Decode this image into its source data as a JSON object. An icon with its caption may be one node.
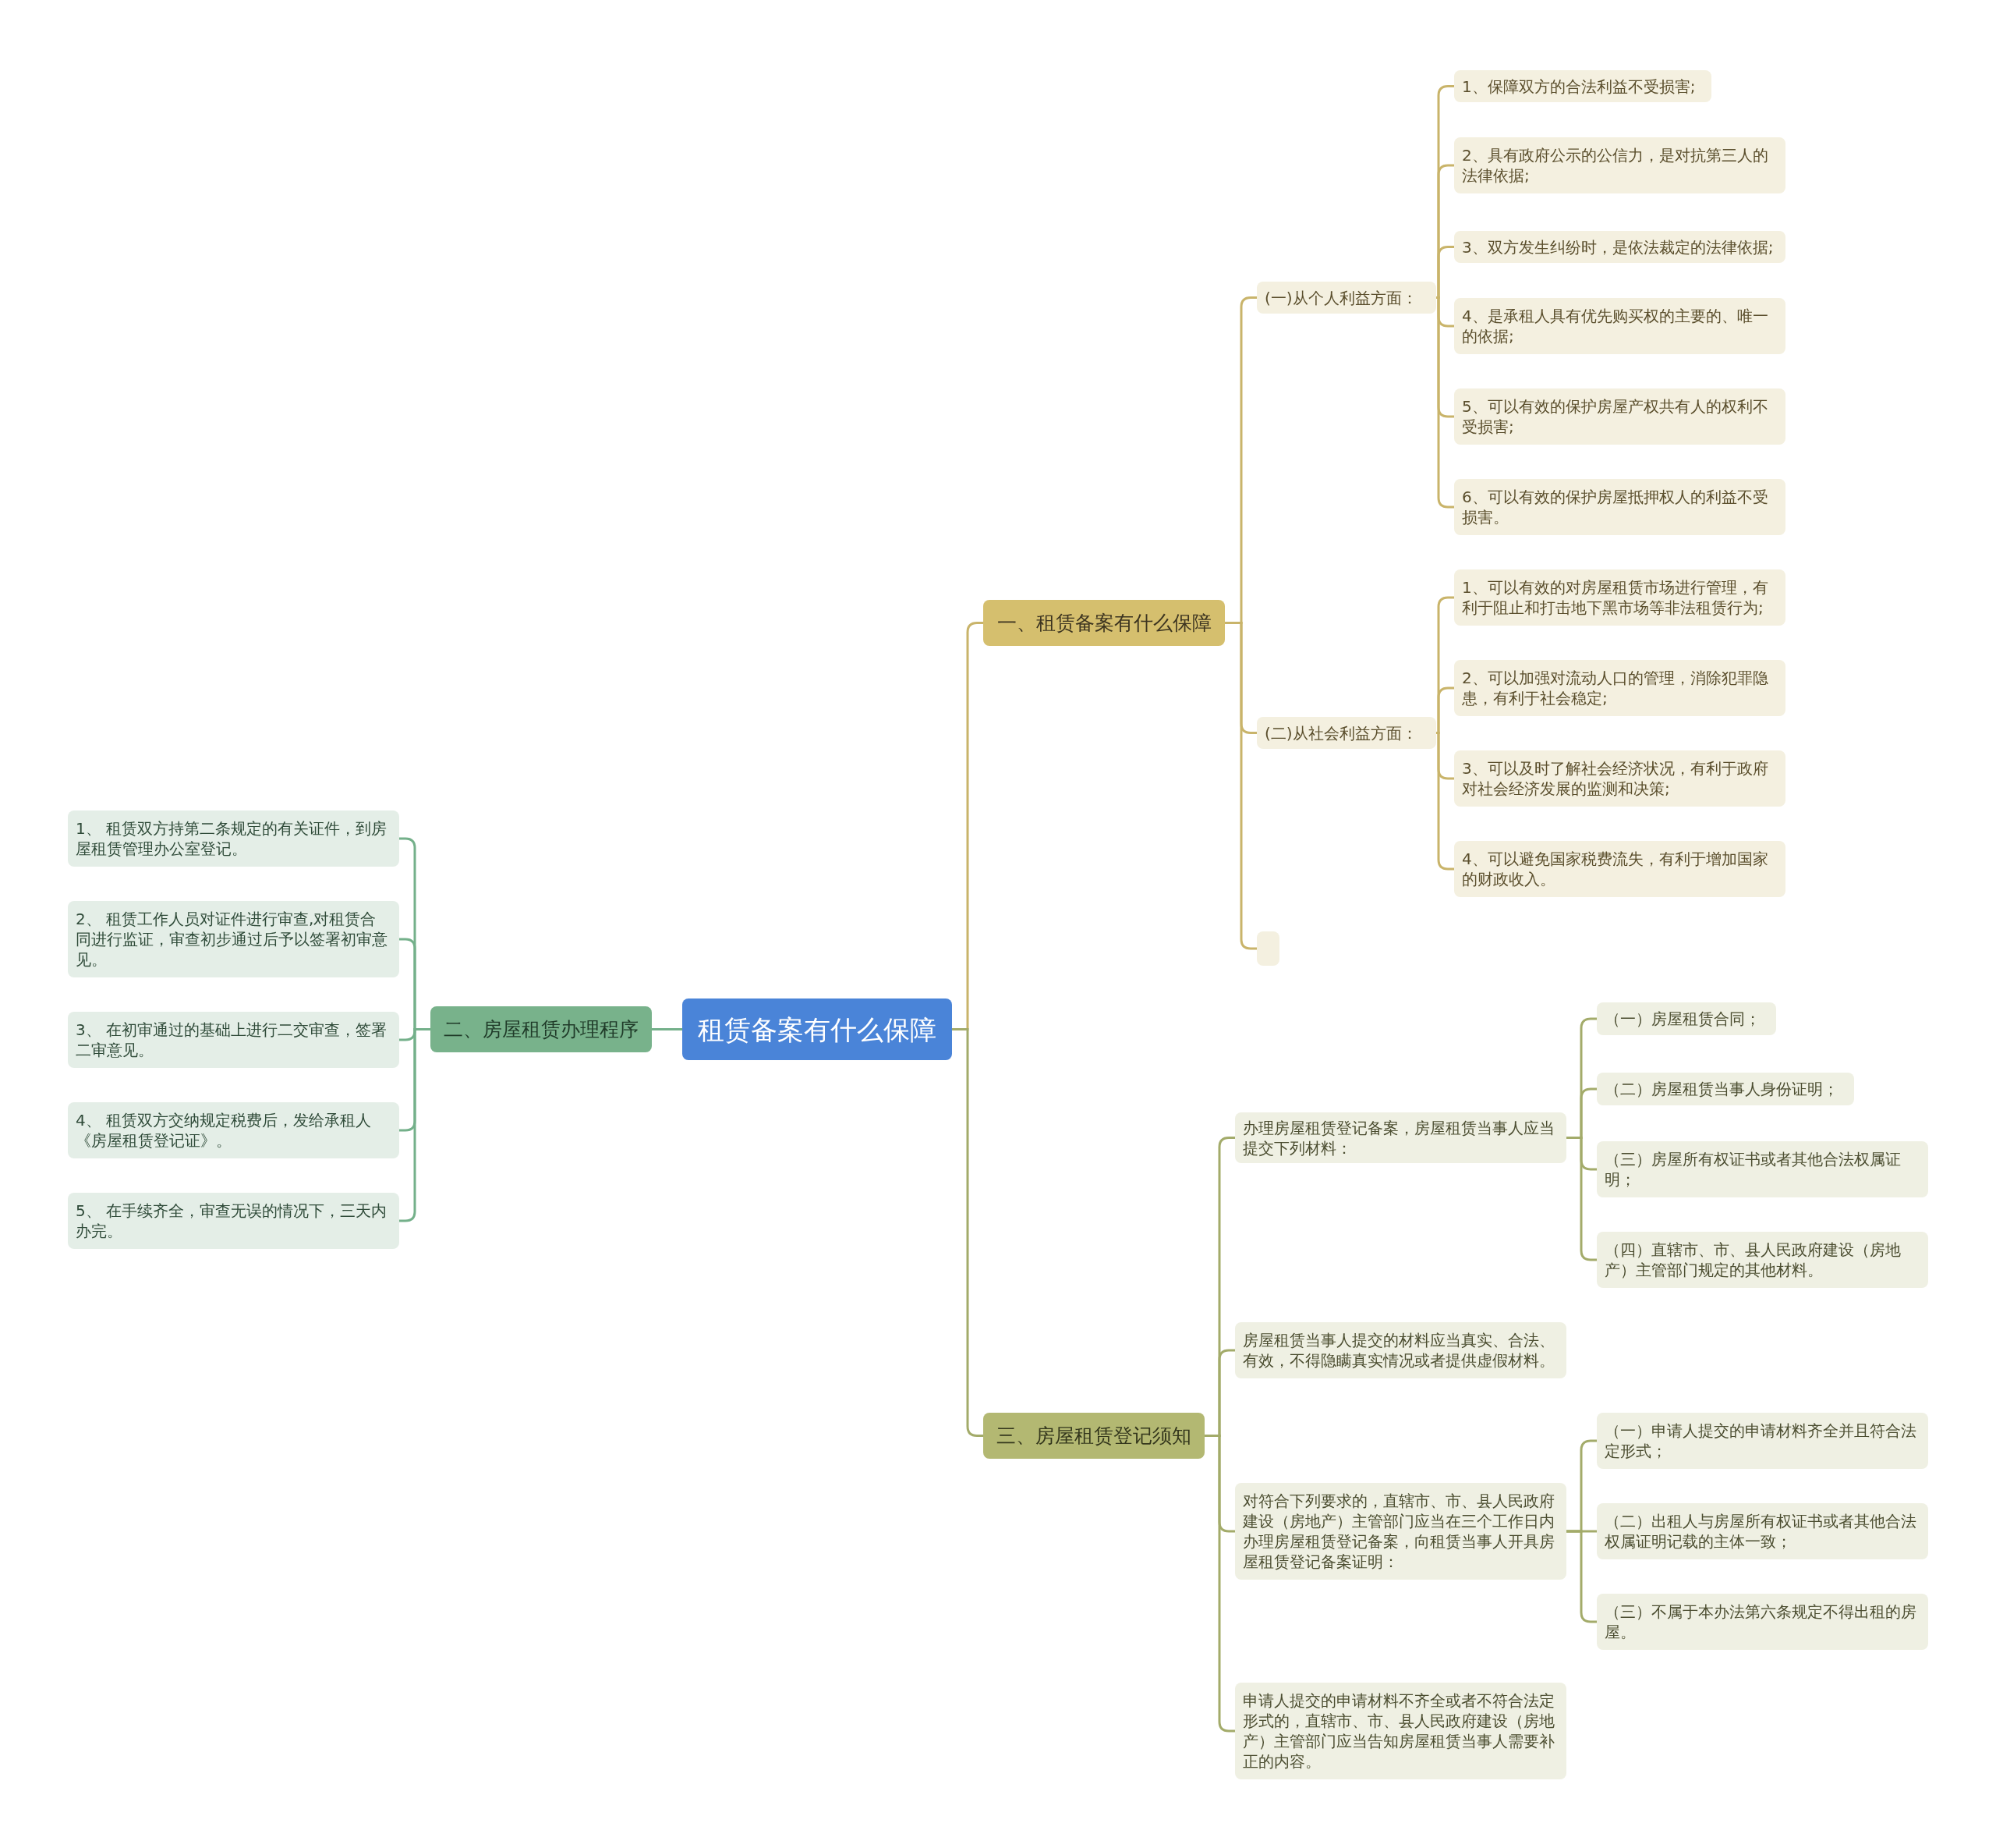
{
  "diagram": {
    "nodes": [
      {
        "text": [
          "租赁备案有什么保障"
        ]
      },
      {
        "text": [
          "一、租赁备案有什么保障"
        ]
      },
      {
        "text": [
          "(一)从个人利益方面："
        ]
      },
      {
        "text": [
          "1、保障双方的合法利益不受损害;"
        ]
      },
      {
        "text": [
          "2、具有政府公示的公信力，是对抗第三人的法律依据;"
        ]
      },
      {
        "text": [
          "3、双方发生纠纷时，是依法裁定的法律依据;"
        ]
      },
      {
        "text": [
          "4、是承租人具有优先购买权的主要的、唯一的依据;"
        ]
      },
      {
        "text": [
          "5、可以有效的保护房屋产权共有人的权利不受损害;"
        ]
      },
      {
        "text": [
          "6、可以有效的保护房屋抵押权人的利益不受损害。"
        ]
      },
      {
        "text": [
          "(二)从社会利益方面："
        ]
      },
      {
        "text": [
          "1、可以有效的对房屋租赁市场进行管理，有利于阻止和打击地下黑市场等非法租赁行为;"
        ]
      },
      {
        "text": [
          "2、可以加强对流动人口的管理，消除犯罪隐患，有利于社会稳定;"
        ]
      },
      {
        "text": [
          "3、可以及时了解社会经济状况，有利于政府对社会经济发展的监测和决策;"
        ]
      },
      {
        "text": [
          "4、可以避免国家税费流失，有利于增加国家的财政收入。"
        ]
      },
      {
        "text": [],
        "shape": "box"
      },
      {
        "text": [
          "二、房屋租赁办理程序"
        ]
      },
      {
        "text": [
          "1、 租赁双方持第二条规定的有关证件，到房屋租赁管理办公室登记。"
        ]
      },
      {
        "text": [
          "2、 租赁工作人员对证件进行审查,对租赁合同进行监证，审查初步通过后予以签署初审意见。"
        ]
      },
      {
        "text": [
          "3、 在初审通过的基础上进行二交审查，签署二审意见。"
        ]
      },
      {
        "text": [
          "4、 租赁双方交纳规定税费后，发给承租人《房屋租赁登记证》。"
        ]
      },
      {
        "text": [
          "5、 在手续齐全，审查无误的情况下，三天内办完。"
        ]
      },
      {
        "text": [
          "三、房屋租赁登记须知"
        ]
      },
      {
        "text": [
          "办理房屋租赁登记备案，房屋租赁当事人应当提交下列材料："
        ]
      },
      {
        "text": [
          "（一）房屋租赁合同；"
        ]
      },
      {
        "text": [
          "（二）房屋租赁当事人身份证明；"
        ]
      },
      {
        "text": [
          "（三）房屋所有权证书或者其他合法权属证明；"
        ]
      },
      {
        "text": [
          "（四）直辖市、市、县人民政府建设（房地产）主管部门规定的其他材料。"
        ]
      },
      {
        "text": [
          "房屋租赁当事人提交的材料应当真实、合法、有效，不得隐瞒真实情况或者提供虚假材料。"
        ]
      },
      {
        "text": [
          "对符合下列要求的，直辖市、市、县人民政府建设（房地产）主管部门应当在三个工作日内办理房屋租赁登记备案，向租赁当事人开具房屋租赁登记备案证明："
        ]
      },
      {
        "text": [
          "（一）申请人提交的申请材料齐全并且符合法定形式；"
        ]
      },
      {
        "text": [
          "（二）出租人与房屋所有权证书或者其他合法权属证明记载的主体一致；"
        ]
      },
      {
        "text": [
          "（三）不属于本办法第六条规定不得出租的房屋。"
        ]
      },
      {
        "text": [
          "申请人提交的申请材料不齐全或者不符合法定形式的，直辖市、市、县人民政府建设（房地产）主管部门应当告知房屋租赁当事人需要补正的内容。"
        ]
      }
    ],
    "edges": [
      {
        "from": 0,
        "to": 1,
        "arrow": "none"
      },
      {
        "from": 1,
        "to": 2,
        "arrow": "none"
      },
      {
        "from": 2,
        "to": 3,
        "arrow": "none"
      },
      {
        "from": 2,
        "to": 4,
        "arrow": "none"
      },
      {
        "from": 2,
        "to": 5,
        "arrow": "none"
      },
      {
        "from": 2,
        "to": 6,
        "arrow": "none"
      },
      {
        "from": 2,
        "to": 7,
        "arrow": "none"
      },
      {
        "from": 2,
        "to": 8,
        "arrow": "none"
      },
      {
        "from": 1,
        "to": 9,
        "arrow": "none"
      },
      {
        "from": 9,
        "to": 10,
        "arrow": "none"
      },
      {
        "from": 9,
        "to": 11,
        "arrow": "none"
      },
      {
        "from": 9,
        "to": 12,
        "arrow": "none"
      },
      {
        "from": 9,
        "to": 13,
        "arrow": "none"
      },
      {
        "from": 1,
        "to": 14,
        "arrow": "none"
      },
      {
        "from": 0,
        "to": 15,
        "arrow": "none",
        "color": "#74b08a"
      },
      {
        "from": 15,
        "to": 16,
        "arrow": "none",
        "color": "#74b08a"
      },
      {
        "from": 15,
        "to": 17,
        "arrow": "none",
        "color": "#74b08a"
      },
      {
        "from": 15,
        "to": 18,
        "arrow": "none",
        "color": "#74b08a"
      },
      {
        "from": 15,
        "to": 19,
        "arrow": "none",
        "color": "#74b08a"
      },
      {
        "from": 15,
        "to": 20,
        "arrow": "none",
        "color": "#74b08a"
      },
      {
        "from": 0,
        "to": 21,
        "arrow": "none",
        "color": "#a3ab6a"
      },
      {
        "from": 21,
        "to": 22,
        "arrow": "none",
        "color": "#a3ab6a"
      },
      {
        "from": 22,
        "to": 23,
        "arrow": "none",
        "color": "#a3ab6a"
      },
      {
        "from": 22,
        "to": 24,
        "arrow": "none",
        "color": "#a3ab6a"
      },
      {
        "from": 22,
        "to": 25,
        "arrow": "none",
        "color": "#a3ab6a"
      },
      {
        "from": 22,
        "to": 26,
        "arrow": "none",
        "color": "#a3ab6a"
      },
      {
        "from": 21,
        "to": 27,
        "arrow": "none",
        "color": "#a3ab6a"
      },
      {
        "from": 21,
        "to": 28,
        "arrow": "none",
        "color": "#a3ab6a"
      },
      {
        "from": 28,
        "to": 29,
        "arrow": "none",
        "color": "#a3ab6a"
      },
      {
        "from": 28,
        "to": 30,
        "arrow": "none",
        "color": "#a3ab6a"
      },
      {
        "from": 28,
        "to": 31,
        "arrow": "none",
        "color": "#a3ab6a"
      },
      {
        "from": 21,
        "to": 32,
        "arrow": "none",
        "color": "#a3ab6a"
      }
    ]
  }
}
